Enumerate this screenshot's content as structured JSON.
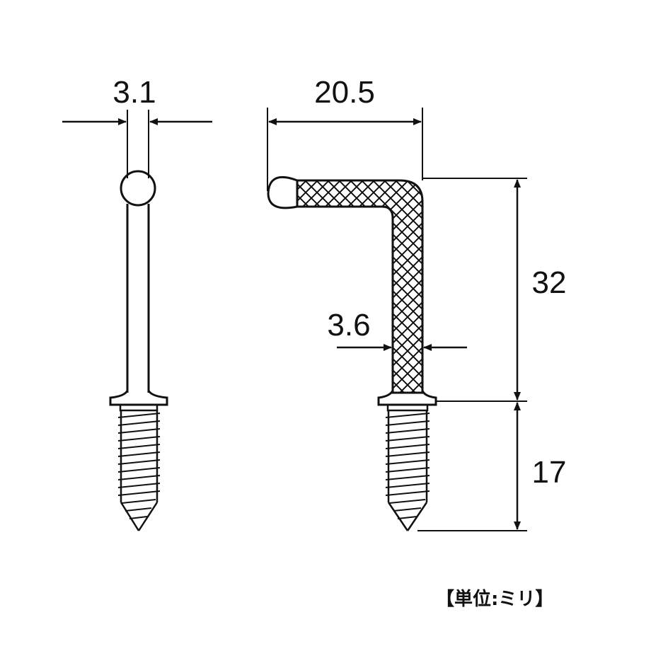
{
  "dimensions": {
    "shaft_diameter_front": "3.1",
    "hook_reach": "20.5",
    "shaft_diameter_side": "3.6",
    "shank_length": "32",
    "thread_length": "17"
  },
  "unit_note": "【単位:ミリ】"
}
